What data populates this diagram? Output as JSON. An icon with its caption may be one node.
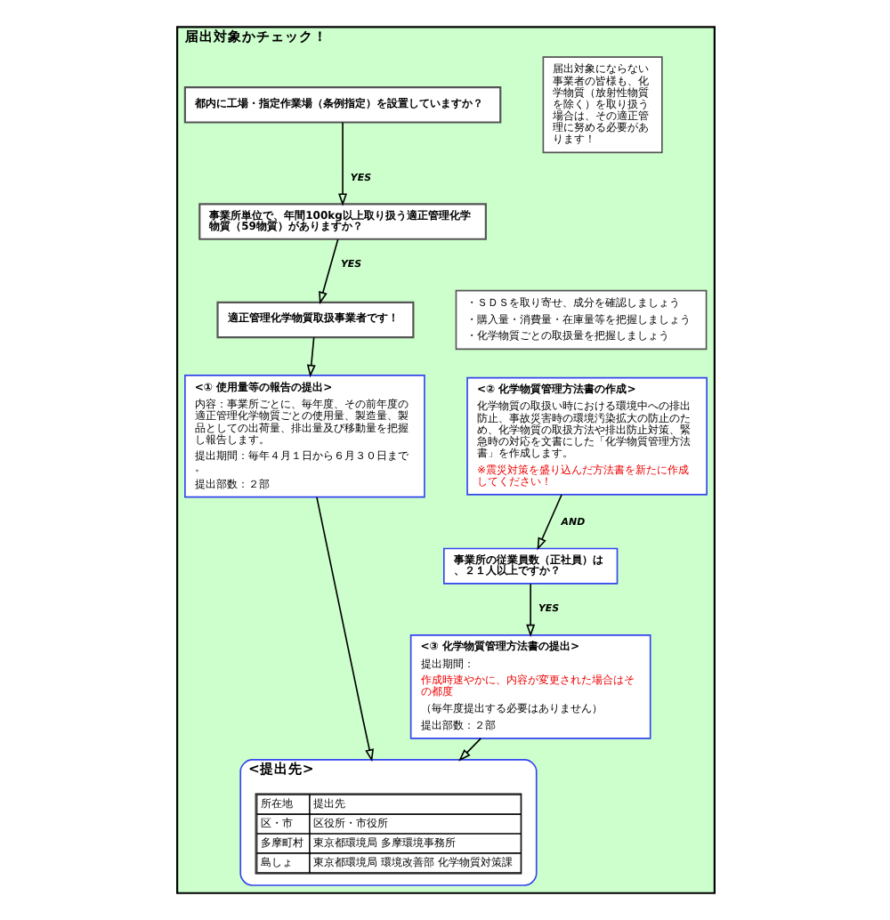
{
  "diagram": {
    "nodes": [
      {
        "text": [
          "届出対象かチェック！"
        ]
      },
      {
        "text": [
          "都内に工場・指定作業場（条例指定）を設置していますか？"
        ],
        "in": 0
      },
      {
        "text": [
          "事業所単位で、年間100kg以上取り扱う適正管理化学物質（59物質）がありますか？"
        ],
        "in": 0
      },
      {
        "text": [
          "適正管理化学物質取扱事業者です！"
        ],
        "in": 0
      },
      {
        "text": [
          "届出対象にならない事業者の皆様も、化学物質（放射性物質を除く）を取り扱う場合は、その適正管理に努める必要があります！"
        ],
        "in": 0
      },
      {
        "text": [
          "・ＳＤＳを取り寄せ、成分を確認しましょう",
          "・購入量・消費量・在庫量等を把握しましょう",
          "・化学物質ごとの取扱量を把握しましょう"
        ],
        "in": 0
      },
      {
        "text": [
          "<① 使用量等の報告の提出>",
          "内容：事業所ごとに、毎年度、その前年度の適正管理化学物質ごとの使用量、製造量、製品としての出荷量、排出量及び移動量を把握し報告します。",
          "提出期間：毎年４月１日から６月３０日まで。",
          "提出部数：２部"
        ],
        "in": 0
      },
      {
        "text": [
          "<② 化学物質管理方法書の作成>",
          "化学物質の取扱い時における環境中への排出防止、事故災害時の環境汚染拡大の防止のため、化学物質の取扱方法や排出防止対策、緊急時の対応を文書にした「化学物質管理方法書」を作成します。",
          "※震災対策を盛り込んだ方法書を新たに作成してください！"
        ],
        "in": 0
      },
      {
        "text": [
          "事業所の従業員数（正社員）は、２１人以上ですか？"
        ],
        "in": 0
      },
      {
        "text": [
          "<③ 化学物質管理方法書の提出>",
          "提出期間：",
          "作成時速やかに、内容が変更された場合はその都度",
          "（毎年度提出する必要はありません）",
          "提出部数：２部"
        ],
        "in": 0
      },
      {
        "text": [
          "<提出先>"
        ],
        "in": 0
      }
    ],
    "edges": [
      {
        "from": 1,
        "to": 2,
        "arrow": "to",
        "label": "YES"
      },
      {
        "from": 2,
        "to": 3,
        "arrow": "to",
        "label": "YES"
      },
      {
        "from": 3,
        "to": 6,
        "arrow": "to"
      },
      {
        "from": 7,
        "to": 8,
        "arrow": "to",
        "label": "AND"
      },
      {
        "from": 8,
        "to": 9,
        "arrow": "to",
        "label": "YES"
      },
      {
        "from": 6,
        "to": 10,
        "arrow": "to"
      },
      {
        "from": 9,
        "to": 10,
        "arrow": "to"
      }
    ],
    "labels": [
      "所在地",
      "提出先",
      "区・市",
      "区役所・市役所",
      "多摩町村",
      "東京都環境局 多摩環境事務所",
      "島しょ",
      "東京都環境局 環境改善部 化学物質対策課"
    ]
  }
}
